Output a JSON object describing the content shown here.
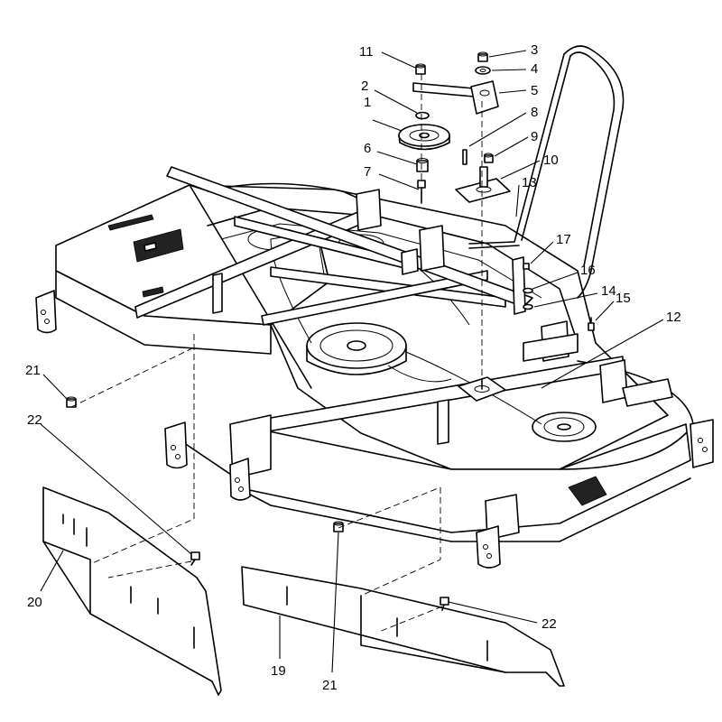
{
  "callouts": [
    {
      "num": "1"
    },
    {
      "num": "2"
    },
    {
      "num": "3"
    },
    {
      "num": "4"
    },
    {
      "num": "5"
    },
    {
      "num": "6"
    },
    {
      "num": "7"
    },
    {
      "num": "8"
    },
    {
      "num": "9"
    },
    {
      "num": "10"
    },
    {
      "num": "11"
    },
    {
      "num": "12"
    },
    {
      "num": "13"
    },
    {
      "num": "14"
    },
    {
      "num": "15"
    },
    {
      "num": "16"
    },
    {
      "num": "17"
    },
    {
      "num": "19"
    },
    {
      "num": "20"
    },
    {
      "num": "21"
    },
    {
      "num": "21"
    },
    {
      "num": "22"
    },
    {
      "num": "22"
    }
  ]
}
